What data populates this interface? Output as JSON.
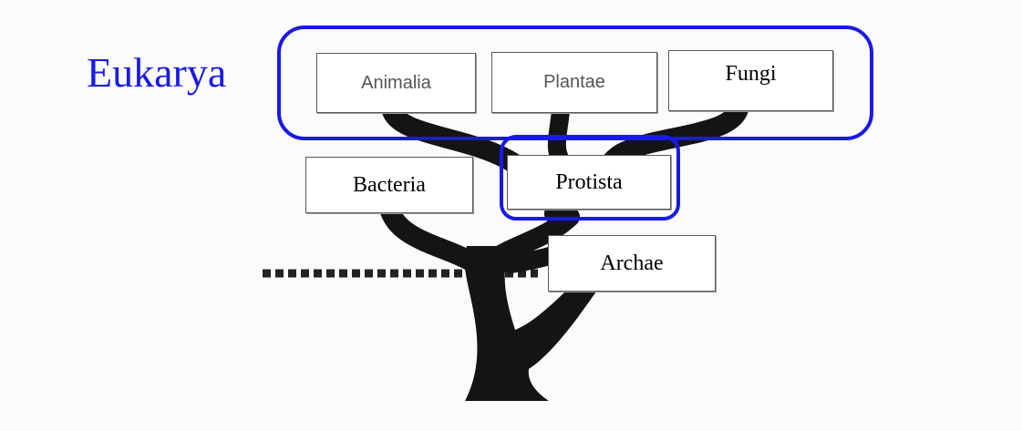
{
  "groups": {
    "eukarya": "Eukarya"
  },
  "kingdoms": {
    "animalia": "Animalia",
    "plantae": "Plantae",
    "fungi": "Fungi",
    "bacteria": "Bacteria",
    "protista": "Protista",
    "archae": "Archae"
  },
  "colors": {
    "highlight": "#1a1ae6",
    "tree": "#141414",
    "background": "#fbfcfa"
  }
}
